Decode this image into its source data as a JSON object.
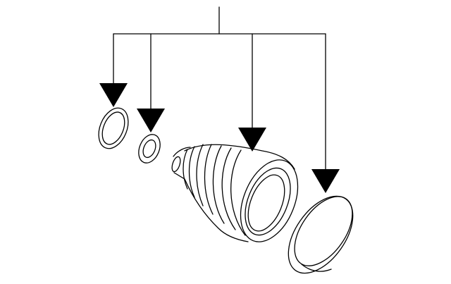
{
  "diagram": {
    "parts": [
      {
        "name": "large-clamp-ring"
      },
      {
        "name": "small-clamp-ring"
      },
      {
        "name": "cv-joint-boot"
      },
      {
        "name": "boot-band"
      }
    ],
    "colors": {
      "line": "#000000",
      "fill": "#ffffff"
    }
  }
}
